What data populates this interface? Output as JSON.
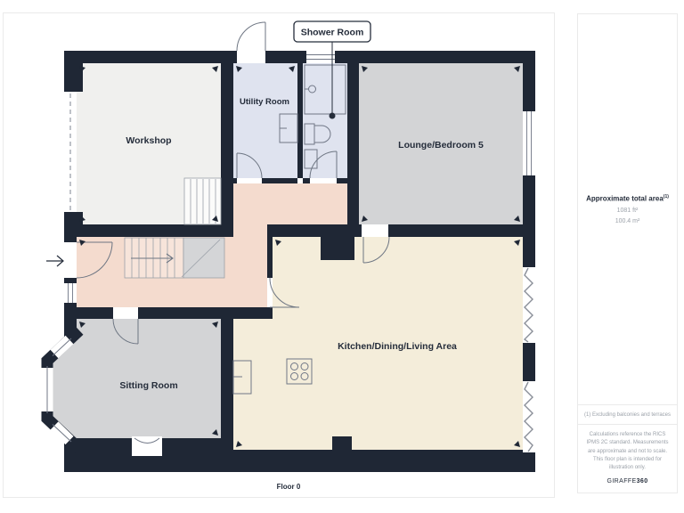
{
  "floor_label": "Floor 0",
  "callout": {
    "shower_room": "Shower Room"
  },
  "rooms": {
    "workshop": "Workshop",
    "utility": "Utility Room",
    "lounge": "Lounge/Bedroom 5",
    "sitting": "Sitting Room",
    "kitchen": "Kitchen/Dining/Living Area"
  },
  "sidebar": {
    "area_title": "Approximate total area",
    "area_superscript": "(1)",
    "area_ft": "1081 ft²",
    "area_m": "100.4 m²",
    "footnote": "(1) Excluding balconies and terraces",
    "disclaimer": "Calculations reference the RICS IPMS 2C standard. Measurements are approximate and not to scale. This floor plan is intended for illustration only.",
    "brand_regular": "GIRAFFE",
    "brand_bold": "360"
  },
  "colors": {
    "wall": "#1f2735",
    "roomLight": "#f0f0ee",
    "roomBlue": "#dfe3ef",
    "roomGray": "#d3d4d6",
    "hall": "#f4dbce",
    "kitchen": "#f4edda",
    "ink": "#252d3b",
    "textGray": "#9ba1a9",
    "border": "#eaeaea",
    "fixture": "#707786"
  }
}
